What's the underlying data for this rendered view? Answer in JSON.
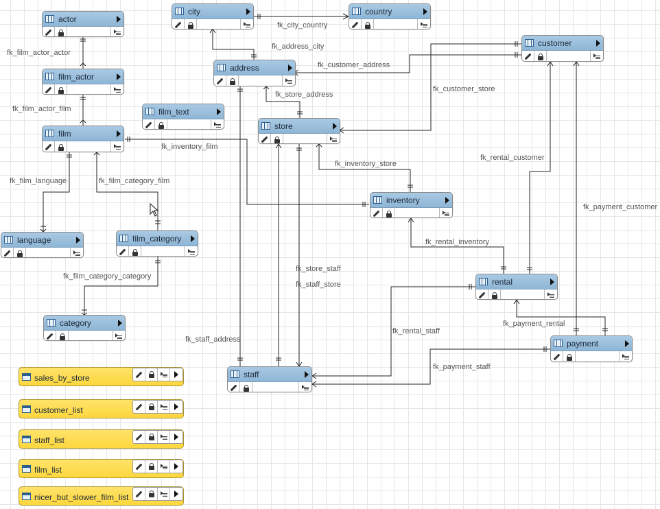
{
  "tables": [
    {
      "id": "actor",
      "name": "actor"
    },
    {
      "id": "film_actor",
      "name": "film_actor"
    },
    {
      "id": "film",
      "name": "film"
    },
    {
      "id": "film_text",
      "name": "film_text"
    },
    {
      "id": "language",
      "name": "language"
    },
    {
      "id": "film_category",
      "name": "film_category"
    },
    {
      "id": "category",
      "name": "category"
    },
    {
      "id": "city",
      "name": "city"
    },
    {
      "id": "country",
      "name": "country"
    },
    {
      "id": "address",
      "name": "address"
    },
    {
      "id": "customer",
      "name": "customer"
    },
    {
      "id": "store",
      "name": "store"
    },
    {
      "id": "inventory",
      "name": "inventory"
    },
    {
      "id": "rental",
      "name": "rental"
    },
    {
      "id": "payment",
      "name": "payment"
    },
    {
      "id": "staff",
      "name": "staff"
    }
  ],
  "views": [
    {
      "id": "sales_by_store",
      "name": "sales_by_store"
    },
    {
      "id": "customer_list",
      "name": "customer_list"
    },
    {
      "id": "staff_list",
      "name": "staff_list"
    },
    {
      "id": "film_list",
      "name": "film_list"
    },
    {
      "id": "nicer_but_slower_film_list",
      "name": "nicer_but_slower_film_list"
    }
  ],
  "relations": [
    {
      "id": "fk_film_actor_actor",
      "label": "fk_film_actor_actor"
    },
    {
      "id": "fk_film_actor_film",
      "label": "fk_film_actor_film"
    },
    {
      "id": "fk_film_language",
      "label": "fk_film_language"
    },
    {
      "id": "fk_film_category_film",
      "label": "fk_film_category_film"
    },
    {
      "id": "fk_film_category_category",
      "label": "fk_film_category_category"
    },
    {
      "id": "fk_inventory_film",
      "label": "fk_inventory_film"
    },
    {
      "id": "fk_city_country",
      "label": "fk_city_country"
    },
    {
      "id": "fk_address_city",
      "label": "fk_address_city"
    },
    {
      "id": "fk_customer_address",
      "label": "fk_customer_address"
    },
    {
      "id": "fk_store_address",
      "label": "fk_store_address"
    },
    {
      "id": "fk_customer_store",
      "label": "fk_customer_store"
    },
    {
      "id": "fk_inventory_store",
      "label": "fk_inventory_store"
    },
    {
      "id": "fk_rental_customer",
      "label": "fk_rental_customer"
    },
    {
      "id": "fk_payment_customer",
      "label": "fk_payment_customer"
    },
    {
      "id": "fk_rental_inventory",
      "label": "fk_rental_inventory"
    },
    {
      "id": "fk_store_staff",
      "label": "fk_store_staff"
    },
    {
      "id": "fk_staff_store",
      "label": "fk_staff_store"
    },
    {
      "id": "fk_rental_staff",
      "label": "fk_rental_staff"
    },
    {
      "id": "fk_payment_rental",
      "label": "fk_payment_rental"
    },
    {
      "id": "fk_staff_address",
      "label": "fk_staff_address"
    },
    {
      "id": "fk_payment_staff",
      "label": "fk_payment_staff"
    }
  ],
  "icons": {
    "table": "table-icon",
    "view": "view-icon",
    "edit": "pencil-icon",
    "lock": "lock-icon",
    "expand": "expand-columns-icon",
    "toggle": "play-arrow-icon"
  },
  "colors": {
    "table_header": "#9ec1de",
    "view_fill": "#fdd845",
    "line": "#222222",
    "label": "#555555"
  }
}
